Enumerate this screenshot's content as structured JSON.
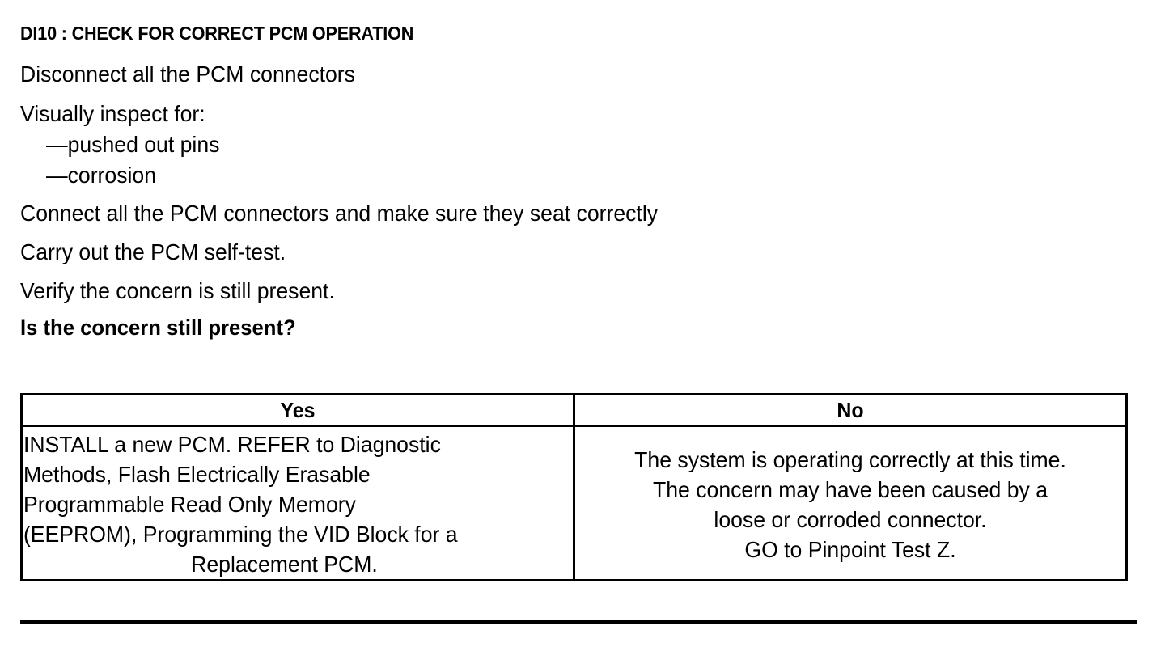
{
  "document": {
    "heading": "DI10 : CHECK FOR CORRECT PCM OPERATION",
    "steps": [
      "Disconnect all the PCM connectors",
      "Visually inspect for:",
      "—pushed out pins",
      "—corrosion",
      "Connect all the PCM connectors and make sure they seat correctly",
      "Carry out the PCM self-test.",
      "Verify the concern is still present."
    ],
    "question": "Is the concern still present?",
    "decision_table": {
      "headers": [
        "Yes",
        "No"
      ],
      "yes_lines": [
        "INSTALL a new PCM. REFER to Diagnostic",
        "Methods, Flash Electrically Erasable",
        "Programmable Read Only Memory",
        "(EEPROM), Programming the VID Block for a",
        "Replacement PCM."
      ],
      "no_lines": [
        "The system is operating correctly at this time.",
        "The concern may have been caused by a",
        "loose or corroded connector.",
        "GO to Pinpoint Test Z."
      ]
    },
    "colors": {
      "ink": "#000000",
      "paper": "#ffffff"
    }
  }
}
